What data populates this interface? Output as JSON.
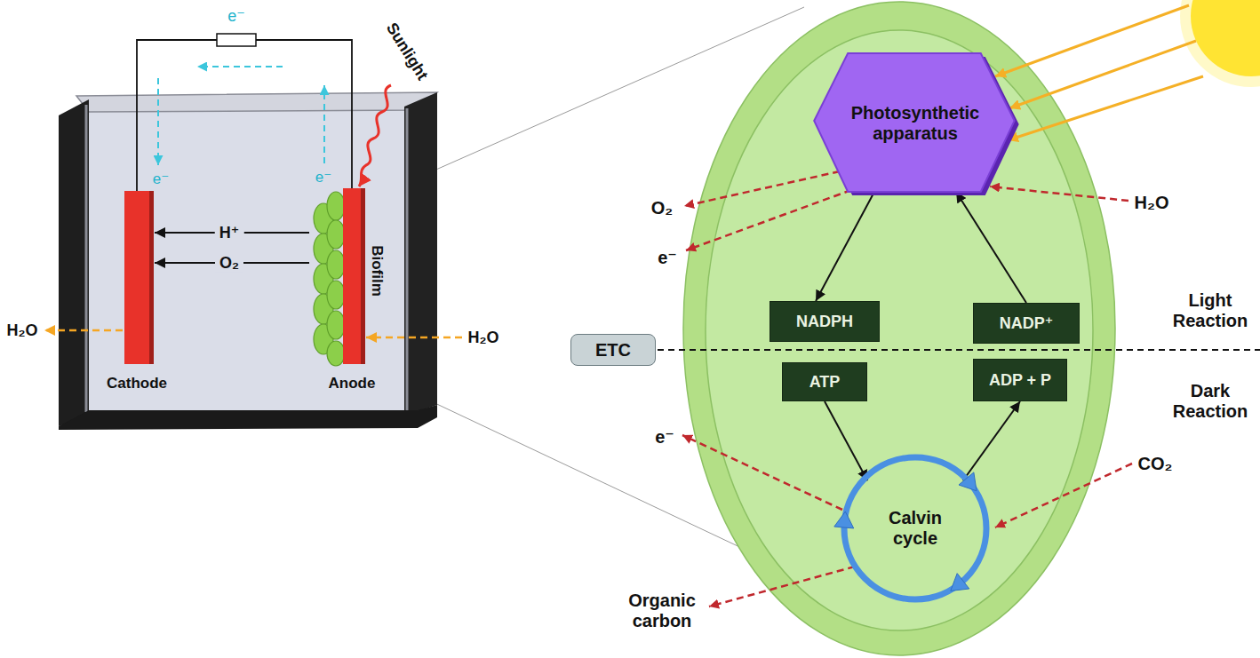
{
  "diagram": {
    "nodes": [
      {
        "text": [
          "Cathode"
        ]
      },
      {
        "text": [
          "Anode"
        ]
      },
      {
        "text": [
          "Photosynthetic apparatus"
        ]
      },
      {
        "text": [
          "NADPH"
        ]
      },
      {
        "text": [
          "NADP⁺"
        ]
      },
      {
        "text": [
          "ETC"
        ]
      },
      {
        "text": [
          "ATP"
        ]
      },
      {
        "text": [
          "ADP + P"
        ]
      },
      {
        "text": [
          "Calvin cycle"
        ]
      }
    ],
    "edges": [
      {
        "from": 1,
        "to": 0,
        "label": "H⁺",
        "arrow": "to"
      },
      {
        "from": 1,
        "to": 0,
        "label": "O₂",
        "arrow": "to"
      },
      {
        "from": 1,
        "to": 0,
        "arrow": "none"
      },
      {
        "from": 2,
        "to": 3,
        "arrow": "to"
      },
      {
        "from": 4,
        "to": 2,
        "arrow": "to"
      },
      {
        "from": 6,
        "to": 8,
        "arrow": "to"
      },
      {
        "from": 8,
        "to": 7,
        "arrow": "to"
      }
    ],
    "labels": [
      "e⁻",
      "Sunlight",
      "e⁻",
      "e⁻",
      "Biofilm",
      "H₂O",
      "H₂O",
      "O₂",
      "e⁻",
      "H₂O",
      "Light Reaction",
      "Dark Reaction",
      "e⁻",
      "CO₂",
      "Organic carbon"
    ]
  }
}
